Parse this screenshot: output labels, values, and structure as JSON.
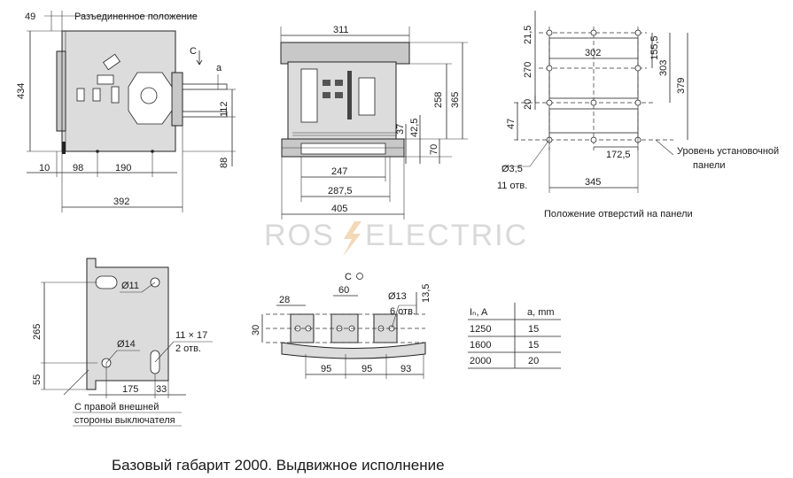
{
  "top_left": {
    "dim_49": "49",
    "label_disconnected": "Разъединенное положение",
    "label_c": "C",
    "label_a": "a",
    "dim_434": "434",
    "dim_112": "112",
    "dim_88": "88",
    "dim_10": "10",
    "dim_98": "98",
    "dim_190": "190",
    "dim_392": "392"
  },
  "front_view": {
    "dim_311": "311",
    "dim_258": "258",
    "dim_365": "365",
    "dim_37": "37",
    "dim_42_5": "42,5",
    "dim_70": "70",
    "dim_247": "247",
    "dim_287_5": "287,5",
    "dim_405": "405"
  },
  "panel_holes": {
    "dim_21_5": "21,5",
    "dim_302": "302",
    "dim_155_5": "155,5",
    "dim_270": "270",
    "dim_303": "303",
    "dim_379": "379",
    "dim_20": "20",
    "dim_47": "47",
    "dim_172_5": "172,5",
    "hole_diam": "Ø3,5",
    "hole_count": "11 отв.",
    "label_level_1": "Уровень установочной",
    "label_level_2": "панели",
    "dim_345": "345",
    "caption": "Положение отверстий на панели"
  },
  "watermark": {
    "left": "ROS",
    "right": "ELECTRIC"
  },
  "side_plate": {
    "diam_11": "Ø11",
    "dim_265": "265",
    "diam_14": "Ø14",
    "slot_size": "11 × 17",
    "slot_count": "2 отв.",
    "dim_55": "55",
    "dim_175": "175",
    "dim_33": "33",
    "note_1": "С правой внешней",
    "note_2": "стороны выключателя"
  },
  "terminals": {
    "label_c": "C",
    "dim_28": "28",
    "dim_60": "60",
    "diam_13": "Ø13",
    "hole_count": "6 отв.",
    "dim_13_5": "13,5",
    "dim_30": "30",
    "dim_95a": "95",
    "dim_95b": "95",
    "dim_93": "93"
  },
  "table": {
    "headers": [
      "Iₙ, A",
      "a, mm"
    ],
    "rows": [
      [
        "1250",
        "15"
      ],
      [
        "1600",
        "15"
      ],
      [
        "2000",
        "20"
      ]
    ]
  },
  "footer": {
    "caption": "Базовый габарит 2000. Выдвижное исполнение"
  }
}
